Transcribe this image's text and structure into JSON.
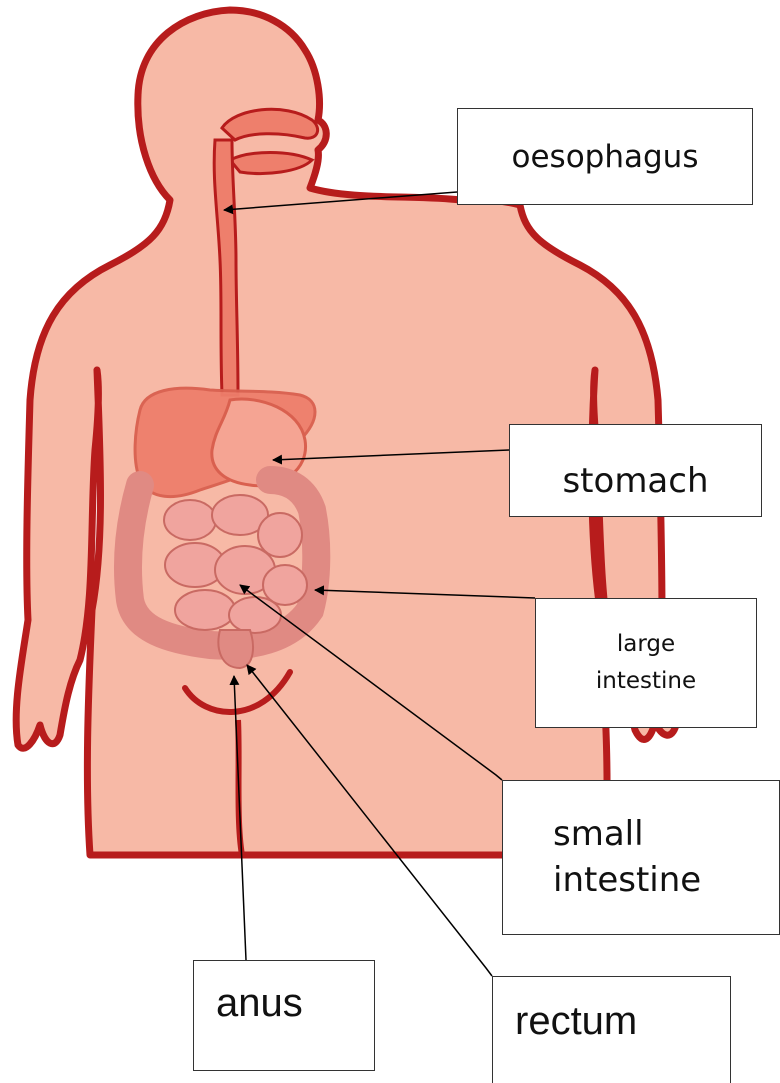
{
  "labels": {
    "oesophagus": "oesophagus",
    "stomach": "stomach",
    "large_intestine_line1": "large",
    "large_intestine_line2": "intestine",
    "small_intestine_line1": "small",
    "small_intestine_line2": "intestine",
    "anus": "anus",
    "rectum": "rectum"
  },
  "colors": {
    "skin": "#f7b9a6",
    "outline": "#b71c1c",
    "organ": "#ee7f6c",
    "intestine": "#eb9a94",
    "arrow": "#000000"
  }
}
